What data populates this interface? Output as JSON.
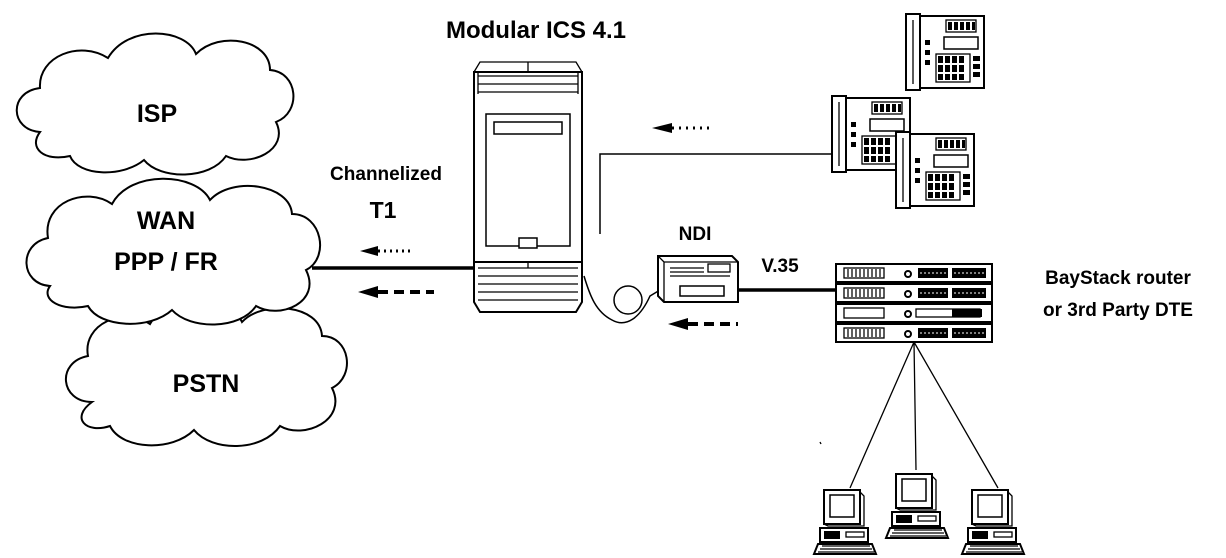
{
  "diagram": {
    "title": "Modular ICS 4.1",
    "clouds": {
      "isp": "ISP",
      "wan_line1": "WAN",
      "wan_line2": "PPP / FR",
      "pstn": "PSTN"
    },
    "labels": {
      "channelized": "Channelized",
      "t1": "T1",
      "ndi": "NDI",
      "v35": "V.35",
      "router_line1": "BayStack router",
      "router_line2": "or 3rd Party DTE"
    },
    "icons": [
      "cloud-icon",
      "ics-cabinet-icon",
      "telephone-icon",
      "ndi-device-icon",
      "router-icon",
      "computer-icon",
      "dotted-arrow-icon",
      "dashed-arrow-icon"
    ]
  }
}
